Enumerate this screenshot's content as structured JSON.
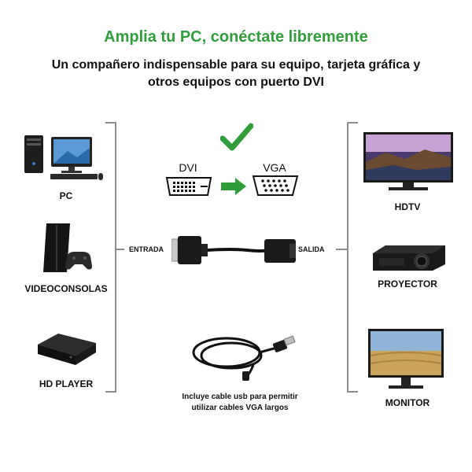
{
  "header": {
    "title": "Amplia tu PC, conéctate libremente",
    "subtitle_line1": "Un compañero indispensable para su equipo, tarjeta gráfica y",
    "subtitle_line2": "otros equipos con puerto DVI"
  },
  "inputs": [
    {
      "label": "PC",
      "icon": "pc-icon"
    },
    {
      "label": "VIDEOCONSOLAS",
      "icon": "game-console-icon"
    },
    {
      "label": "HD PLAYER",
      "icon": "media-player-icon"
    }
  ],
  "outputs": [
    {
      "label": "HDTV",
      "icon": "tv-icon"
    },
    {
      "label": "PROYECTOR",
      "icon": "projector-icon"
    },
    {
      "label": "MONITOR",
      "icon": "monitor-icon"
    }
  ],
  "adapter": {
    "from_label": "DVI",
    "to_label": "VGA",
    "entrada_label": "ENTRADA",
    "salida_label": "SALIDA"
  },
  "cable_note": {
    "line1": "Incluye cable usb para permitir",
    "line2": "utilizar cables VGA largos"
  },
  "colors": {
    "accent_green": "#2f9e3a",
    "bracket_gray": "#8c8c8c"
  }
}
